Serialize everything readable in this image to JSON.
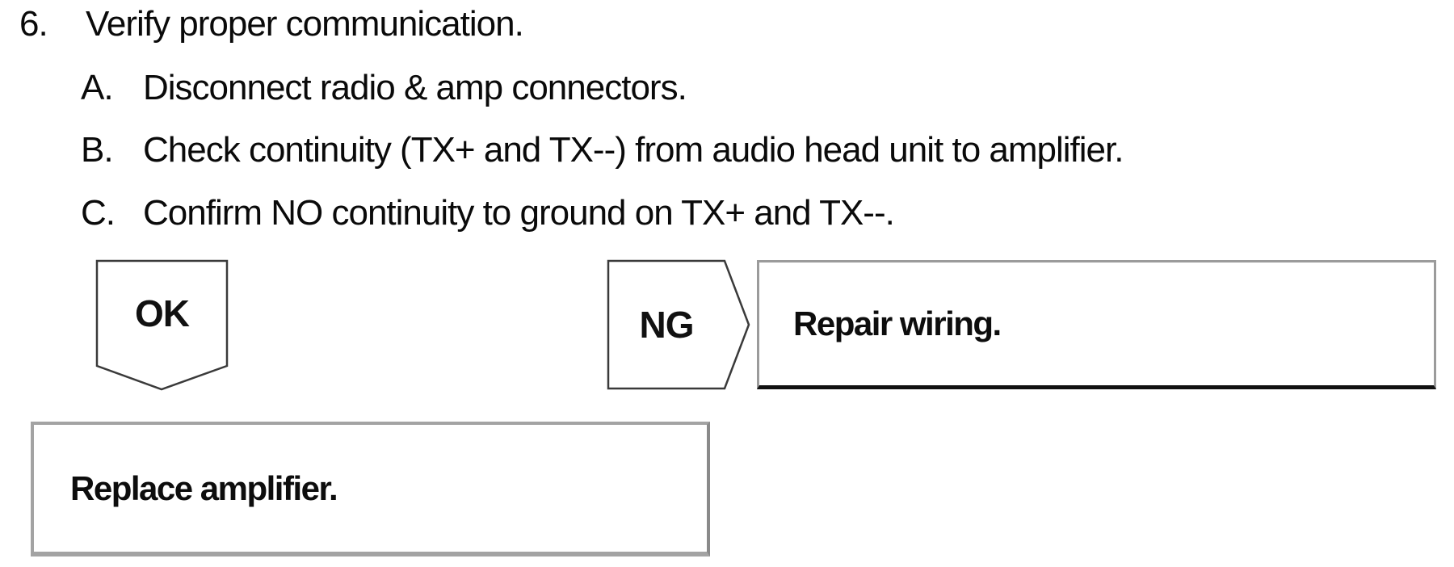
{
  "procedure": {
    "number": "6.",
    "instruction": "Verify proper communication.",
    "substeps": [
      {
        "label": "A.",
        "text": "Disconnect radio & amp connectors."
      },
      {
        "label": "B.",
        "text": "Check continuity (TX+ and TX--) from audio head unit to amplifier."
      },
      {
        "label": "C.",
        "text": "Confirm NO continuity to ground on TX+ and TX--."
      }
    ]
  },
  "flowchart": {
    "ok_connector": "OK",
    "ng_connector": "NG",
    "ng_action": "Repair wiring.",
    "ok_action": "Replace amplifier.",
    "colors": {
      "background": "#ffffff",
      "ink": "#0d0d0d",
      "connector_stroke": "#3a3a3a",
      "action_box_border": "#a0a0a0",
      "repair_box_bottom_border": "#111111"
    }
  }
}
